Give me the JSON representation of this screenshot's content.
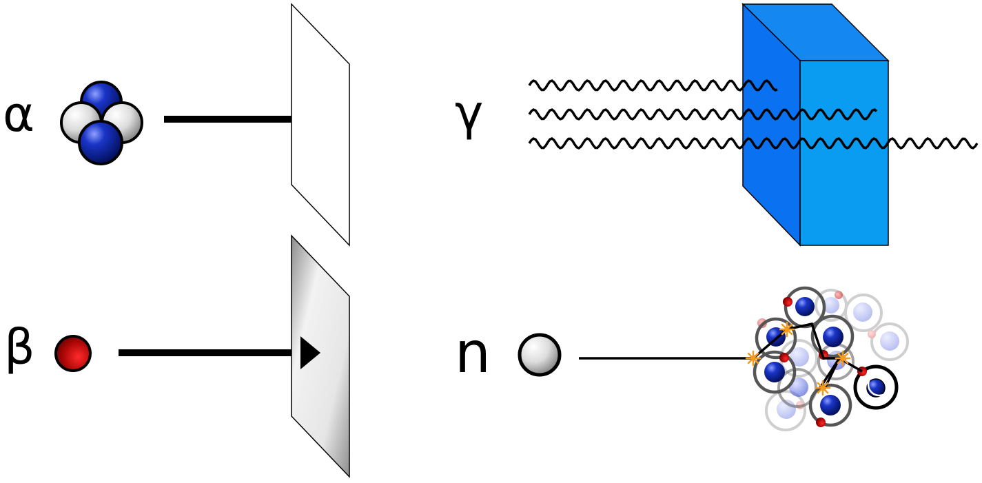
{
  "labels": {
    "alpha": "α",
    "beta": "β",
    "gamma": "γ",
    "neutron": "n"
  },
  "colors": {
    "proton": "#0a1fa8",
    "neutron_particle": "#d8d8d8",
    "electron": "#a80a0a",
    "block_front": "#0a9cf0",
    "block_side": "#0a72f0",
    "block_top": "#1488f0",
    "arrow": "#000000",
    "collision_spark": "#f59a1a"
  },
  "icons": {
    "alpha_particle": "helium-nucleus-icon",
    "beta_particle": "electron-icon",
    "neutron_particle": "neutron-icon",
    "paper_sheet": "paper-sheet-icon",
    "aluminum_sheet": "aluminum-sheet-icon",
    "lead_block": "lead-block-icon",
    "gamma_wave": "wavy-ray-icon",
    "nucleus_cluster": "nucleus-cluster-icon"
  }
}
